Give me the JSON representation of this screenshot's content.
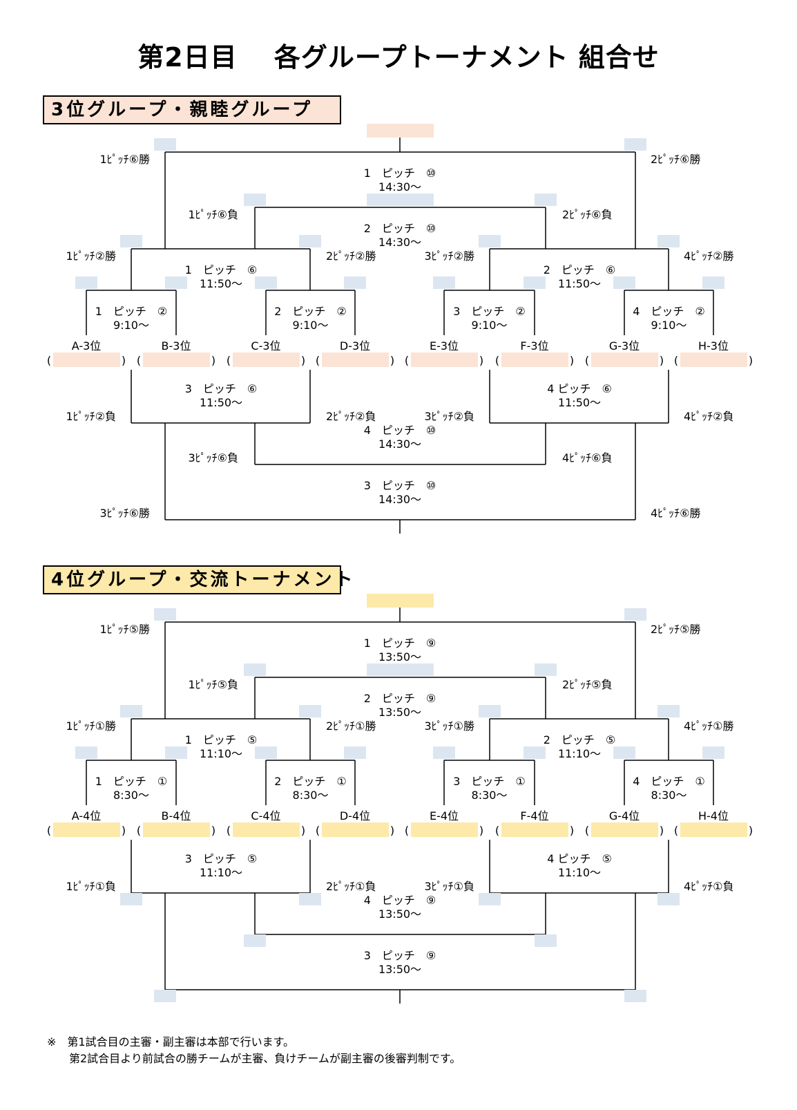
{
  "title": "第2日目　 各グループトーナメント 組合せ",
  "colors": {
    "line": "#000000",
    "slot_peach": "#fbe4d5",
    "slot_yellow": "#fde9a9",
    "marker_blue": "#dce6f1"
  },
  "sections": [
    {
      "label": "3位グループ・親睦グループ",
      "slot_color": "#fbe4d5",
      "teams": [
        "A-3位",
        "B-3位",
        "C-3位",
        "D-3位",
        "E-3位",
        "F-3位",
        "G-3位",
        "H-3位"
      ],
      "matches": {
        "r1": [
          {
            "pitch": "1　ピッチ　②",
            "time": "9:10～"
          },
          {
            "pitch": "2　ピッチ　②",
            "time": "9:10～"
          },
          {
            "pitch": "3　ピッチ　②",
            "time": "9:10～"
          },
          {
            "pitch": "4　ピッチ　②",
            "time": "9:10～"
          }
        ],
        "winners_left": {
          "pitch": "1　ピッチ　⑥",
          "time": "11:50～"
        },
        "winners_right": {
          "pitch": "2　ピッチ　⑥",
          "time": "11:50～"
        },
        "losers_left": {
          "pitch": "3　ピッチ　⑥",
          "time": "11:50～"
        },
        "losers_right": {
          "pitch": "4 ピッチ　⑥",
          "time": "11:50～"
        },
        "top_final": {
          "pitch": "1　ピッチ　⑩",
          "time": "14:30～"
        },
        "top_second": {
          "pitch": "2　ピッチ　⑩",
          "time": "14:30～"
        },
        "bottom_second": {
          "pitch": "4　ピッチ　⑩",
          "time": "14:30～"
        },
        "bottom_final": {
          "pitch": "3　ピッチ　⑩",
          "time": "14:30～"
        }
      },
      "side_labels": {
        "top_final_left": "1ﾋﾟｯﾁ⑥勝",
        "top_final_right": "2ﾋﾟｯﾁ⑥勝",
        "top_second_left": "1ﾋﾟｯﾁ⑥負",
        "top_second_right": "2ﾋﾟｯﾁ⑥負",
        "wl_left": "1ﾋﾟｯﾁ②勝",
        "wl_right": "2ﾋﾟｯﾁ②勝",
        "wr_left": "3ﾋﾟｯﾁ②勝",
        "wr_right": "4ﾋﾟｯﾁ②勝",
        "ll_left": "1ﾋﾟｯﾁ②負",
        "ll_right": "2ﾋﾟｯﾁ②負",
        "lr_left": "3ﾋﾟｯﾁ②負",
        "lr_right": "4ﾋﾟｯﾁ②負",
        "bottom_second_left": "3ﾋﾟｯﾁ⑥負",
        "bottom_second_right": "4ﾋﾟｯﾁ⑥負",
        "bottom_final_left": "3ﾋﾟｯﾁ⑥勝",
        "bottom_final_right": "4ﾋﾟｯﾁ⑥勝"
      }
    },
    {
      "label": "4位グループ・交流トーナメント",
      "slot_color": "#fde9a9",
      "teams": [
        "A-4位",
        "B-4位",
        "C-4位",
        "D-4位",
        "E-4位",
        "F-4位",
        "G-4位",
        "H-4位"
      ],
      "matches": {
        "r1": [
          {
            "pitch": "1　ピッチ　①",
            "time": "8:30～"
          },
          {
            "pitch": "2　ピッチ　①",
            "time": "8:30～"
          },
          {
            "pitch": "3　ピッチ　①",
            "time": "8:30～"
          },
          {
            "pitch": "4　ピッチ　①",
            "time": "8:30～"
          }
        ],
        "winners_left": {
          "pitch": "1　ピッチ　⑤",
          "time": "11:10～"
        },
        "winners_right": {
          "pitch": "2　ピッチ　⑤",
          "time": "11:10～"
        },
        "losers_left": {
          "pitch": "3　ピッチ　⑤",
          "time": "11:10～"
        },
        "losers_right": {
          "pitch": "4 ピッチ　⑤",
          "time": "11:10～"
        },
        "top_final": {
          "pitch": "1　ピッチ　⑨",
          "time": "13:50～"
        },
        "top_second": {
          "pitch": "2　ピッチ　⑨",
          "time": "13:50～"
        },
        "bottom_second": {
          "pitch": "4　ピッチ　⑨",
          "time": "13:50～"
        },
        "bottom_final": {
          "pitch": "3　ピッチ　⑨",
          "time": "13:50～"
        }
      },
      "side_labels": {
        "top_final_left": "1ﾋﾟｯﾁ⑤勝",
        "top_final_right": "2ﾋﾟｯﾁ⑤勝",
        "top_second_left": "1ﾋﾟｯﾁ⑤負",
        "top_second_right": "2ﾋﾟｯﾁ⑤負",
        "wl_left": "1ﾋﾟｯﾁ①勝",
        "wl_right": "2ﾋﾟｯﾁ①勝",
        "wr_left": "3ﾋﾟｯﾁ①勝",
        "wr_right": "4ﾋﾟｯﾁ①勝",
        "ll_left": "1ﾋﾟｯﾁ①負",
        "ll_right": "2ﾋﾟｯﾁ①負",
        "lr_left": "3ﾋﾟｯﾁ①負",
        "lr_right": "4ﾋﾟｯﾁ①負",
        "bottom_second_left": "",
        "bottom_second_right": "",
        "bottom_final_left": "",
        "bottom_final_right": ""
      }
    }
  ],
  "footnote": {
    "mark": "※",
    "line1": "第1試合目の主審・副主審は本部で行います。",
    "line2": "第2試合目より前試合の勝チームが主審、負けチームが副主審の後審判制です。"
  }
}
